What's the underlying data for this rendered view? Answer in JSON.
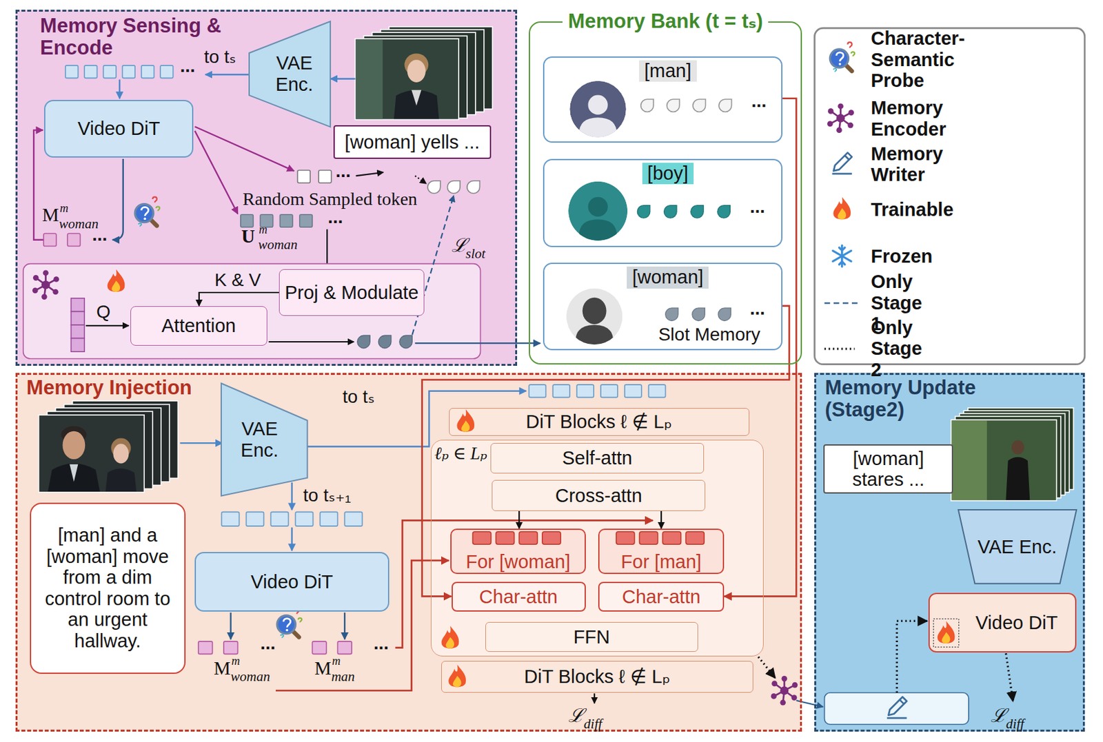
{
  "diagram": {
    "nodes": [
      {
        "text": [
          "Memory Sensing & Encode"
        ]
      },
      {
        "text": [
          "VAE Enc."
        ],
        "in": 0
      },
      {
        "text": [
          "[woman] yells ..."
        ],
        "in": 0
      },
      {
        "text": [
          "Video DiT"
        ],
        "in": 0
      },
      {
        "text": [
          "Attention"
        ],
        "in": 0
      },
      {
        "text": [
          "Proj & Modulate"
        ],
        "in": 0
      },
      {
        "text": [
          "Memory Bank (t = tₛ)"
        ]
      },
      {
        "text": [
          "[man]"
        ],
        "in": 6
      },
      {
        "text": [
          "[boy]"
        ],
        "in": 6
      },
      {
        "text": [
          "[woman]",
          "Slot Memory"
        ],
        "in": 6
      },
      {
        "text": [
          "Memory Injection"
        ]
      },
      {
        "text": [
          "VAE Enc."
        ],
        "in": 10
      },
      {
        "text": [
          "[man] and a [woman] move from a dim control room to an urgent hallway."
        ],
        "in": 10
      },
      {
        "text": [
          "Video DiT"
        ],
        "in": 10
      },
      {
        "text": [
          "DiT Blocks ℓ ∉ Lₚ"
        ],
        "in": 10
      },
      {
        "text": [
          "ℓₚ ∈ Lₚ"
        ],
        "in": 10
      },
      {
        "text": [
          "Self-attn"
        ],
        "in": 15
      },
      {
        "text": [
          "Cross-attn"
        ],
        "in": 15
      },
      {
        "text": [
          "For [woman]"
        ],
        "in": 15
      },
      {
        "text": [
          "For [man]"
        ],
        "in": 15
      },
      {
        "text": [
          "Char-attn"
        ],
        "in": 15
      },
      {
        "text": [
          "Char-attn"
        ],
        "in": 15
      },
      {
        "text": [
          "FFN"
        ],
        "in": 15
      },
      {
        "text": [
          "DiT Blocks ℓ ∉ Lₚ"
        ],
        "in": 10
      },
      {
        "text": [
          "Memory Update (Stage2)"
        ]
      },
      {
        "text": [
          "[woman] stares ..."
        ],
        "in": 24
      },
      {
        "text": [
          "VAE Enc."
        ],
        "in": 24
      },
      {
        "text": [
          "Video DiT"
        ],
        "in": 24
      }
    ],
    "edges": [
      {
        "from": 5,
        "to": 4,
        "label": "K & V",
        "arrow": "to"
      },
      {
        "from": 7,
        "to": 21,
        "arrow": "to"
      },
      {
        "from": 9,
        "to": 20,
        "arrow": "to"
      },
      {
        "from": 17,
        "to": 18,
        "arrow": "to"
      },
      {
        "from": 17,
        "to": 19,
        "arrow": "to"
      }
    ],
    "labels": [
      "to tₛ",
      "...",
      "M",
      "m",
      "woman",
      "...",
      "...",
      "Random Sampled token",
      "U",
      "m",
      "woman",
      "...",
      "ℒ",
      "slot",
      "Q",
      "...",
      "...",
      "...",
      "to tₛ",
      "to tₛ₊₁",
      "...",
      "...",
      "M",
      "m",
      "woman",
      "M",
      "m",
      "man",
      "ℒ",
      "diff",
      "ℒ",
      "diff"
    ],
    "legend": [
      {
        "text": "Character-Semantic Probe"
      },
      {
        "text": "Memory Encoder"
      },
      {
        "text": "Memory Writer"
      },
      {
        "text": "Trainable"
      },
      {
        "text": "Frozen"
      },
      {
        "text": "Only Stage 1"
      },
      {
        "text": "Only Stage 2"
      }
    ]
  }
}
